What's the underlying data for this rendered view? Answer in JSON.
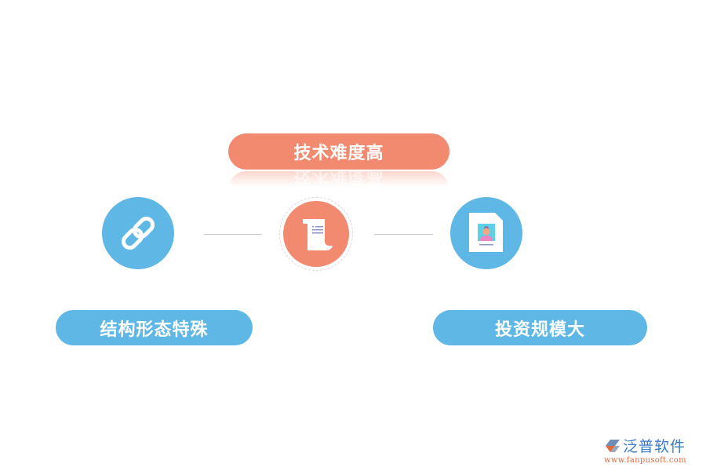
{
  "diagram": {
    "top": {
      "label": "技术难度高",
      "color": "#f28a70",
      "icon": "scroll-document-icon"
    },
    "left": {
      "label": "结构形态特殊",
      "color": "#5fb7e6",
      "icon": "chain-link-icon"
    },
    "right": {
      "label": "投资规模大",
      "color": "#5fb7e6",
      "icon": "resume-profile-icon"
    }
  },
  "logo": {
    "name": "泛普软件",
    "url": "www.fanpusoft.com",
    "colors": {
      "name": "#3a7cc6",
      "url": "#e06a3d"
    }
  }
}
